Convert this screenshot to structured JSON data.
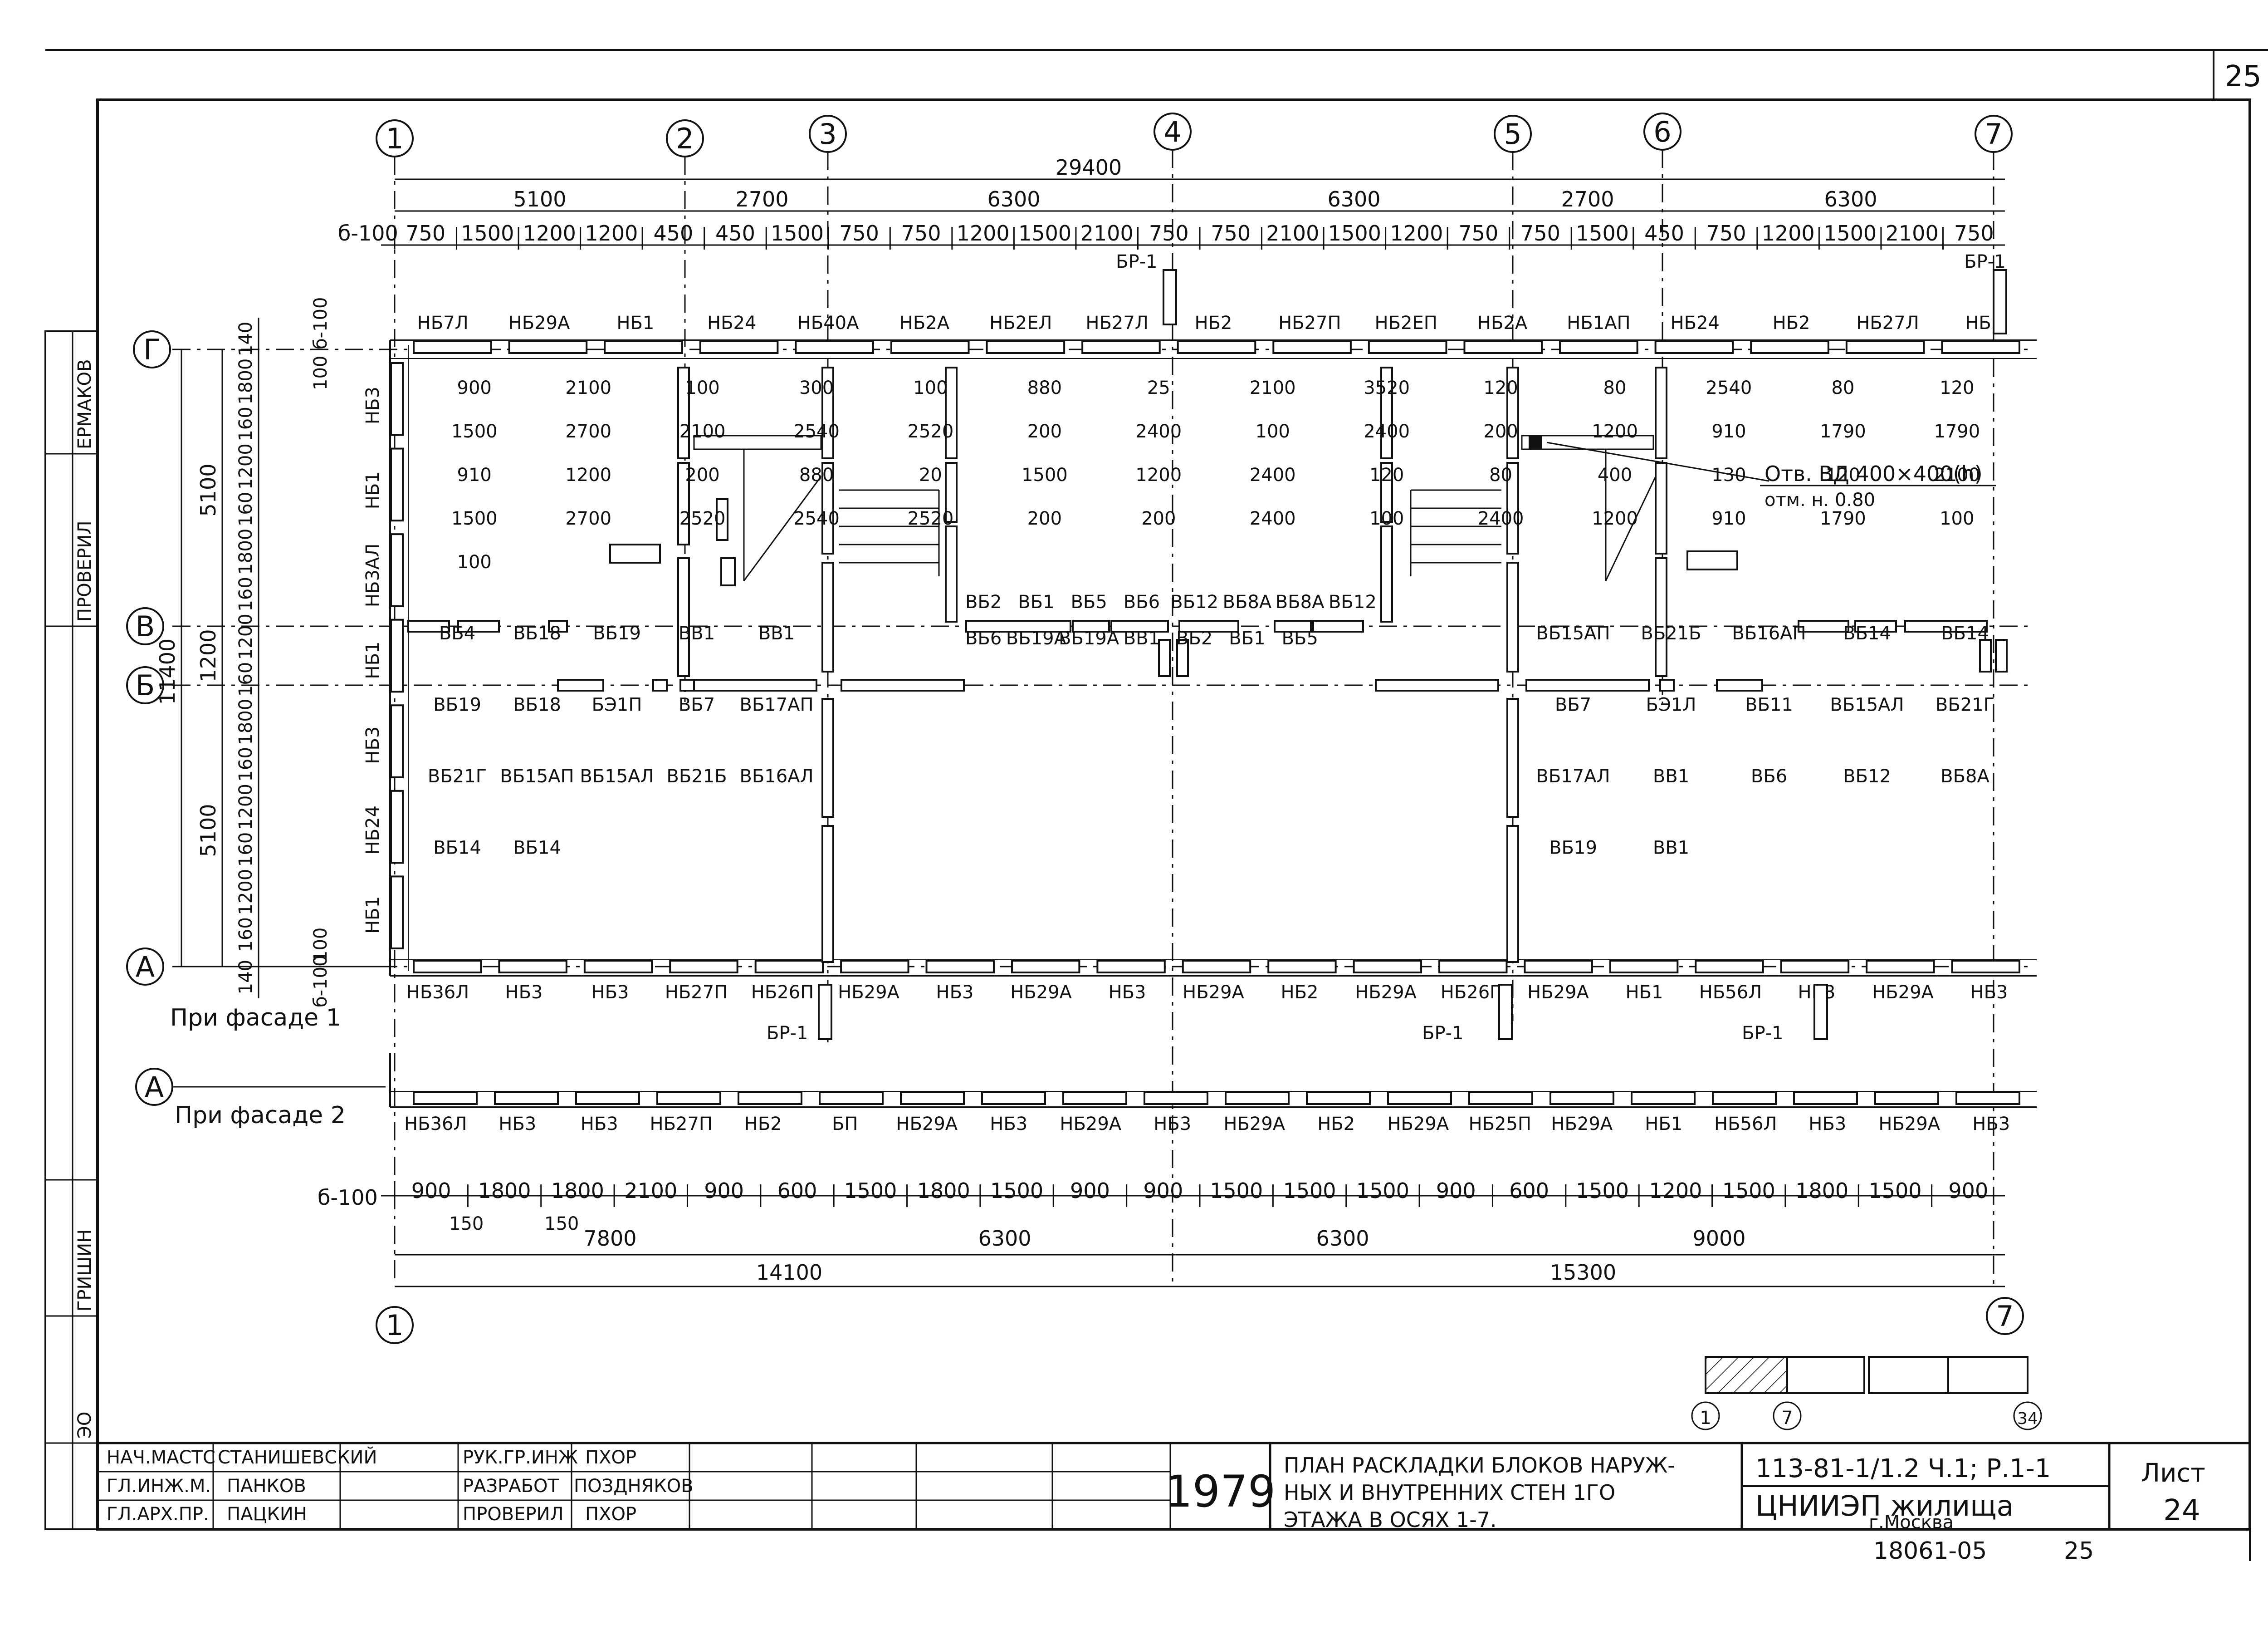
{
  "sheet": {
    "corner_number": "25",
    "bottom_code": "18061-05",
    "bottom_number": "25"
  },
  "axes": {
    "columns": [
      "1",
      "2",
      "3",
      "4",
      "5",
      "6",
      "7"
    ],
    "rows_left": [
      "Г",
      "В",
      "Б",
      "А"
    ],
    "row_a2": "А",
    "bottom_left": "1",
    "bottom_right": "7"
  },
  "dims_top": {
    "overall": "29400",
    "b100": "б-100",
    "spans": [
      "5100",
      "2700",
      "6300",
      "6300",
      "2700",
      "6300"
    ],
    "detail": [
      "750",
      "1500",
      "1200",
      "1200",
      "450",
      "450",
      "1500",
      "750",
      "750",
      "1200",
      "1500",
      "2100",
      "750",
      "750",
      "2100",
      "1500",
      "1200",
      "750",
      "750",
      "1500",
      "450",
      "750",
      "1200",
      "1500",
      "2100",
      "750"
    ]
  },
  "dims_bottom": {
    "b100": "б-100",
    "detail": [
      "900",
      "1800",
      "1800",
      "2100",
      "900",
      "600",
      "1500",
      "1800",
      "1500",
      "900",
      "900",
      "1500",
      "1500",
      "1500",
      "900",
      "600",
      "1500",
      "1200",
      "1500",
      "1800",
      "1500",
      "900"
    ],
    "small": [
      "150",
      "150"
    ],
    "spans": [
      "7800",
      "6300",
      "6300",
      "9000"
    ],
    "halves": [
      "14100",
      "15300"
    ]
  },
  "dims_left": {
    "overall": "11400",
    "spans": [
      "5100",
      "1200",
      "5100"
    ],
    "detail": [
      "140",
      "1800",
      "160",
      "1200",
      "160",
      "1800",
      "160",
      "1200",
      "160",
      "1800",
      "160",
      "1200",
      "160",
      "1200",
      "160",
      "140"
    ],
    "b100": [
      "б-100",
      "б-100"
    ],
    "small": [
      "100",
      "100"
    ]
  },
  "facade_labels": {
    "f1": "При фасаде 1",
    "f2": "При фасаде 2"
  },
  "outer_top_labels": [
    "НБ7Л",
    "НБ29А",
    "НБ1",
    "НБ24",
    "НБ40А",
    "НБ2А",
    "НБ2ЕЛ",
    "НБ27Л",
    "НБ2",
    "НБ27П",
    "НБ2ЕП",
    "НБ2А",
    "НБ1АП",
    "НБ24",
    "НБ2",
    "НБ27Л",
    "НБ3"
  ],
  "outer_left_labels": [
    "НБ3",
    "НБ1",
    "НБ3АЛ",
    "НБ1",
    "НБ3",
    "НБ24",
    "НБ1"
  ],
  "outer_bottom1_labels": [
    "НБ36Л",
    "НБ3",
    "НБ3",
    "НБ27П",
    "НБ26П",
    "НБ29А",
    "НБ3",
    "НБ29А",
    "НБ3",
    "НБ29А",
    "НБ2",
    "НБ29А",
    "НБ26П",
    "НБ29А",
    "НБ1",
    "НБ56Л",
    "НБ3",
    "НБ29А",
    "НБ3"
  ],
  "outer_bottom2_labels": [
    "НБ36Л",
    "НБ3",
    "НБ3",
    "НБ27П",
    "НБ2",
    "БП",
    "НБ29А",
    "НБ3",
    "НБ29А",
    "НБ3",
    "НБ29А",
    "НБ2",
    "НБ29А",
    "НБ25П",
    "НБ29А",
    "НБ1",
    "НБ56Л",
    "НБ3",
    "НБ29А",
    "НБ3"
  ],
  "br_labels": [
    "БР-1",
    "БР-1",
    "БР-1",
    "БР-1",
    "БР-1"
  ],
  "inner_labels": {
    "left": [
      "ВБ4",
      "ВБ18",
      "ВБ19",
      "ВВ1",
      "ВВ1",
      "ВБ19",
      "ВБ18",
      "БЭ1П",
      "ВБ7",
      "ВБ17АП",
      "ВБ21Г",
      "ВБ15АП",
      "ВБ15АЛ",
      "ВБ21Б",
      "ВБ16АЛ",
      "ВБ14",
      "ВБ14"
    ],
    "mid": [
      "ВБ2",
      "ВБ1",
      "ВБ5",
      "ВБ6",
      "ВБ12",
      "ВБ8А",
      "ВБ8А",
      "ВБ12",
      "ВБ6",
      "ВБ19А",
      "ВБ19А",
      "ВВ1",
      "ВБ2",
      "ВБ1",
      "ВБ5"
    ],
    "right": [
      "ВБ15АП",
      "ВБ21Б",
      "ВБ16АП",
      "ВБ14",
      "ВБ14",
      "ВБ7",
      "БЭ1Л",
      "ВБ11",
      "ВБ15АЛ",
      "ВБ21Г",
      "ВБ17АЛ",
      "ВВ1",
      "ВБ6",
      "ВБ12",
      "ВБ8А",
      "ВБ19",
      "ВВ1"
    ]
  },
  "inner_dims": [
    "900",
    "2100",
    "100",
    "300",
    "100",
    "880",
    "25",
    "2100",
    "3520",
    "120",
    "80",
    "2540",
    "80",
    "120",
    "1500",
    "2700",
    "2100",
    "2540",
    "2520",
    "200",
    "2400",
    "100",
    "2400",
    "200",
    "1200",
    "910",
    "1790",
    "1790",
    "910",
    "1200",
    "200",
    "880",
    "20",
    "1500",
    "1200",
    "2400",
    "120",
    "80",
    "400",
    "130",
    "120",
    "2100",
    "1500",
    "2700",
    "2520",
    "2540",
    "2520",
    "200",
    "200",
    "2400",
    "100",
    "2400",
    "1200",
    "910",
    "1790",
    "100",
    "100"
  ],
  "opening_note": {
    "line1": "Отв. ВД 400×400(h)",
    "line2": "отм. н. 0.80"
  },
  "key_plan": {
    "labels": [
      "1",
      "7",
      "34"
    ]
  },
  "title_block": {
    "rows": [
      {
        "role": "НАЧ.МАСТС",
        "name": "СТАНИШЕВСКИЙ"
      },
      {
        "role": "ГЛ.ИНЖ.М.",
        "name": "ПАНКОВ"
      },
      {
        "role": "ГЛ.АРХ.ПР.",
        "name": "ПАЦКИН"
      }
    ],
    "rows2": [
      {
        "role": "РУК.ГР.ИНЖ",
        "name": "ПХОР"
      },
      {
        "role": "РАЗРАБОТ",
        "name": "ПОЗДНЯКОВ"
      },
      {
        "role": "ПРОВЕРИЛ",
        "name": "ПХОР"
      }
    ],
    "year": "1979",
    "title_line1": "ПЛАН РАСКЛАДКИ БЛОКОВ НАРУЖ-",
    "title_line2": "НЫХ И ВНУТРЕННИХ СТЕН 1ГО",
    "title_line3": "ЭТАЖА В ОСЯХ 1-7.",
    "code": "113-81-1/1.2 Ч.1; Р.1-1",
    "org": "ЦНИИЭП жилища",
    "city": "г.Москва",
    "sheet_label": "Лист",
    "sheet_no": "24"
  },
  "side_stamp": [
    "ЕРМАКОВ",
    "ПРОВЕРИЛ",
    "ГРИШИН",
    "ЭО"
  ]
}
